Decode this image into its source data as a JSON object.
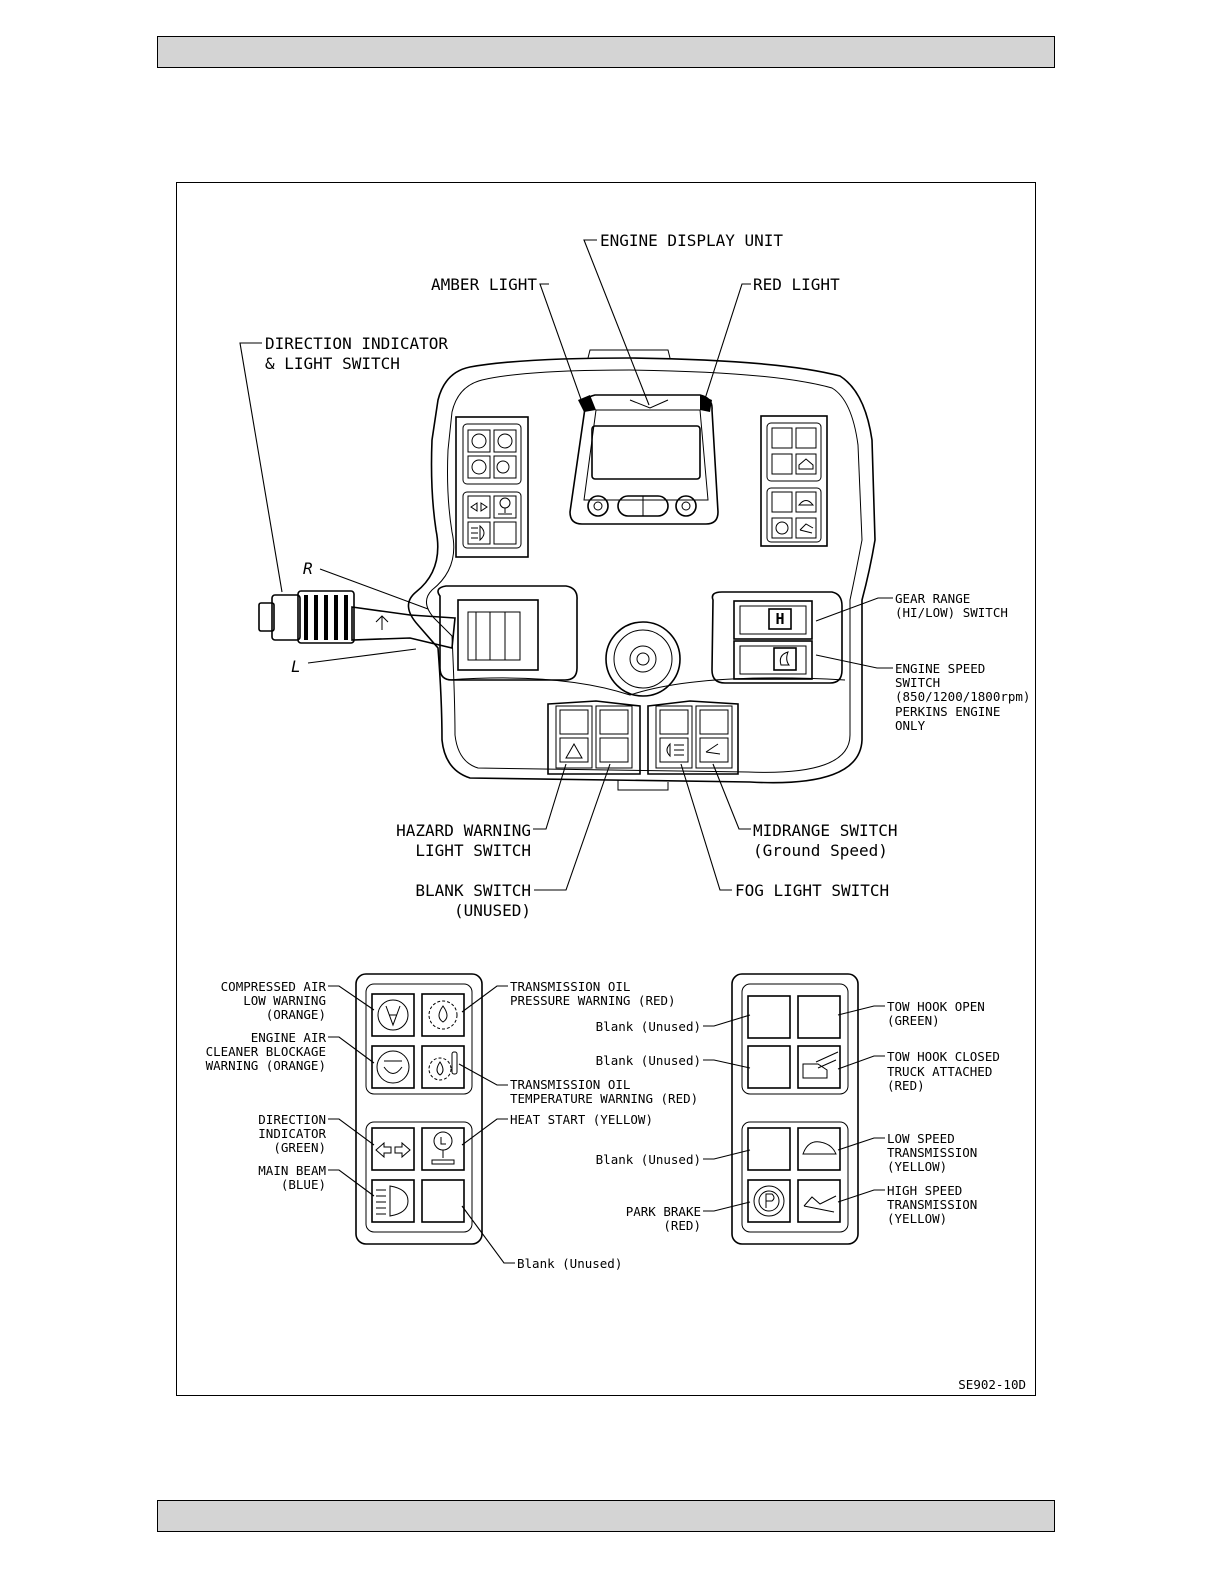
{
  "figure_id": "SE902-10D",
  "main_labels": {
    "engine_display_unit": "ENGINE DISPLAY UNIT",
    "amber_light": "AMBER LIGHT",
    "red_light": "RED LIGHT",
    "direction_indicator_1": "DIRECTION INDICATOR",
    "direction_indicator_2": "& LIGHT SWITCH",
    "stalk_r": "R",
    "stalk_l": "L",
    "gear_range_1": "GEAR RANGE",
    "gear_range_2": "(HI/LOW) SWITCH",
    "engine_speed_1": "ENGINE SPEED",
    "engine_speed_2": "SWITCH",
    "engine_speed_3": "(850/1200/1800rpm)",
    "engine_speed_4": "PERKINS ENGINE",
    "engine_speed_5": "ONLY",
    "hazard_1": "HAZARD WARNING",
    "hazard_2": "LIGHT SWITCH",
    "blank_switch_1": "BLANK SWITCH",
    "blank_switch_2": "(UNUSED)",
    "midrange_1": "MIDRANGE SWITCH",
    "midrange_2": "(Ground Speed)",
    "fog_light": "FOG LIGHT SWITCH",
    "gear_h_letter": "H"
  },
  "left_panel": {
    "compressed_air_1": "COMPRESSED AIR",
    "compressed_air_2": "LOW WARNING",
    "compressed_air_3": "(ORANGE)",
    "air_cleaner_1": "ENGINE AIR",
    "air_cleaner_2": "CLEANER BLOCKAGE",
    "air_cleaner_3": "WARNING (ORANGE)",
    "trans_pressure_1": "TRANSMISSION OIL",
    "trans_pressure_2": "PRESSURE WARNING (RED)",
    "trans_temp_1": "TRANSMISSION OIL",
    "trans_temp_2": "TEMPERATURE WARNING (RED)",
    "direction_1": "DIRECTION",
    "direction_2": "INDICATOR",
    "direction_3": "(GREEN)",
    "main_beam_1": "MAIN BEAM",
    "main_beam_2": "(BLUE)",
    "heat_start": "HEAT START (YELLOW)",
    "blank_unused": "Blank (Unused)"
  },
  "right_panel": {
    "blank_1": "Blank (Unused)",
    "blank_2": "Blank (Unused)",
    "blank_3": "Blank (Unused)",
    "park_brake_1": "PARK BRAKE",
    "park_brake_2": "(RED)",
    "tow_open_1": "TOW HOOK OPEN",
    "tow_open_2": "(GREEN)",
    "tow_closed_1": "TOW HOOK CLOSED",
    "tow_closed_2": "TRUCK ATTACHED",
    "tow_closed_3": "(RED)",
    "low_speed_1": "LOW SPEED",
    "low_speed_2": "TRANSMISSION",
    "low_speed_3": "(YELLOW)",
    "high_speed_1": "HIGH SPEED",
    "high_speed_2": "TRANSMISSION",
    "high_speed_3": "(YELLOW)"
  }
}
